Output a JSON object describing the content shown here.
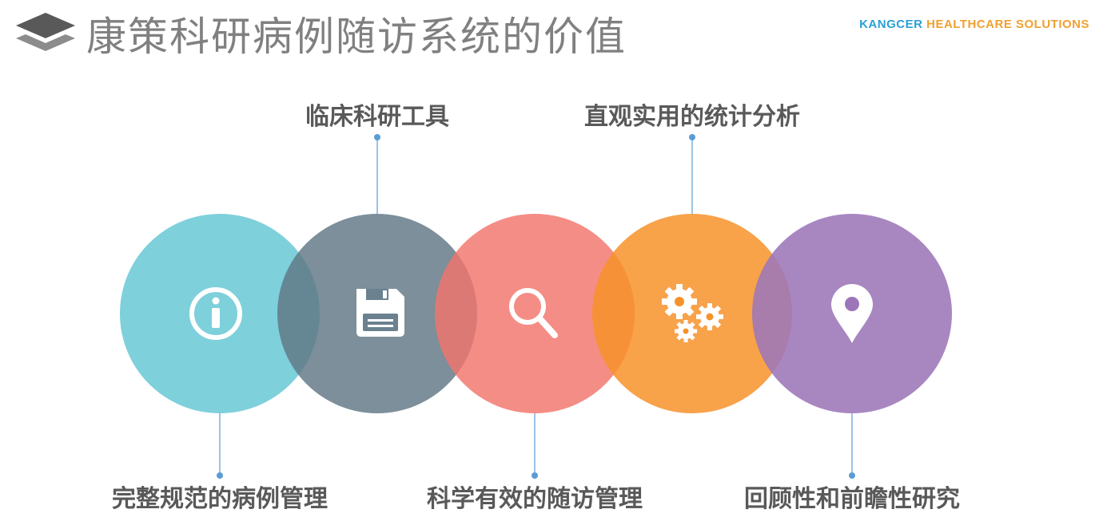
{
  "header": {
    "title": "康策科研病例随访系统的价值",
    "brand_part1": "KANGCER ",
    "brand_part2": "HEALTHCARE SOLUTIONS",
    "logo_icon": "layers-icon"
  },
  "colors": {
    "title": "#808080",
    "label": "#595959",
    "connector": "#5b9bd5",
    "brand_blue": "#2a9fd6",
    "brand_orange": "#f0a030"
  },
  "circles": [
    {
      "color": "#6cc9d6",
      "icon": "info-icon"
    },
    {
      "color": "#5f7684",
      "icon": "floppy-disk-icon"
    },
    {
      "color": "#f2746b",
      "icon": "search-icon"
    },
    {
      "color": "#f7922a",
      "icon": "gears-icon"
    },
    {
      "color": "#9c76b8",
      "icon": "map-pin-icon"
    }
  ],
  "top_labels": [
    {
      "text": "临床科研工具"
    },
    {
      "text": "直观实用的统计分析"
    }
  ],
  "bottom_labels": [
    {
      "text": "完整规范的病例管理"
    },
    {
      "text": "科学有效的随访管理"
    },
    {
      "text": "回顾性和前瞻性研究"
    }
  ]
}
